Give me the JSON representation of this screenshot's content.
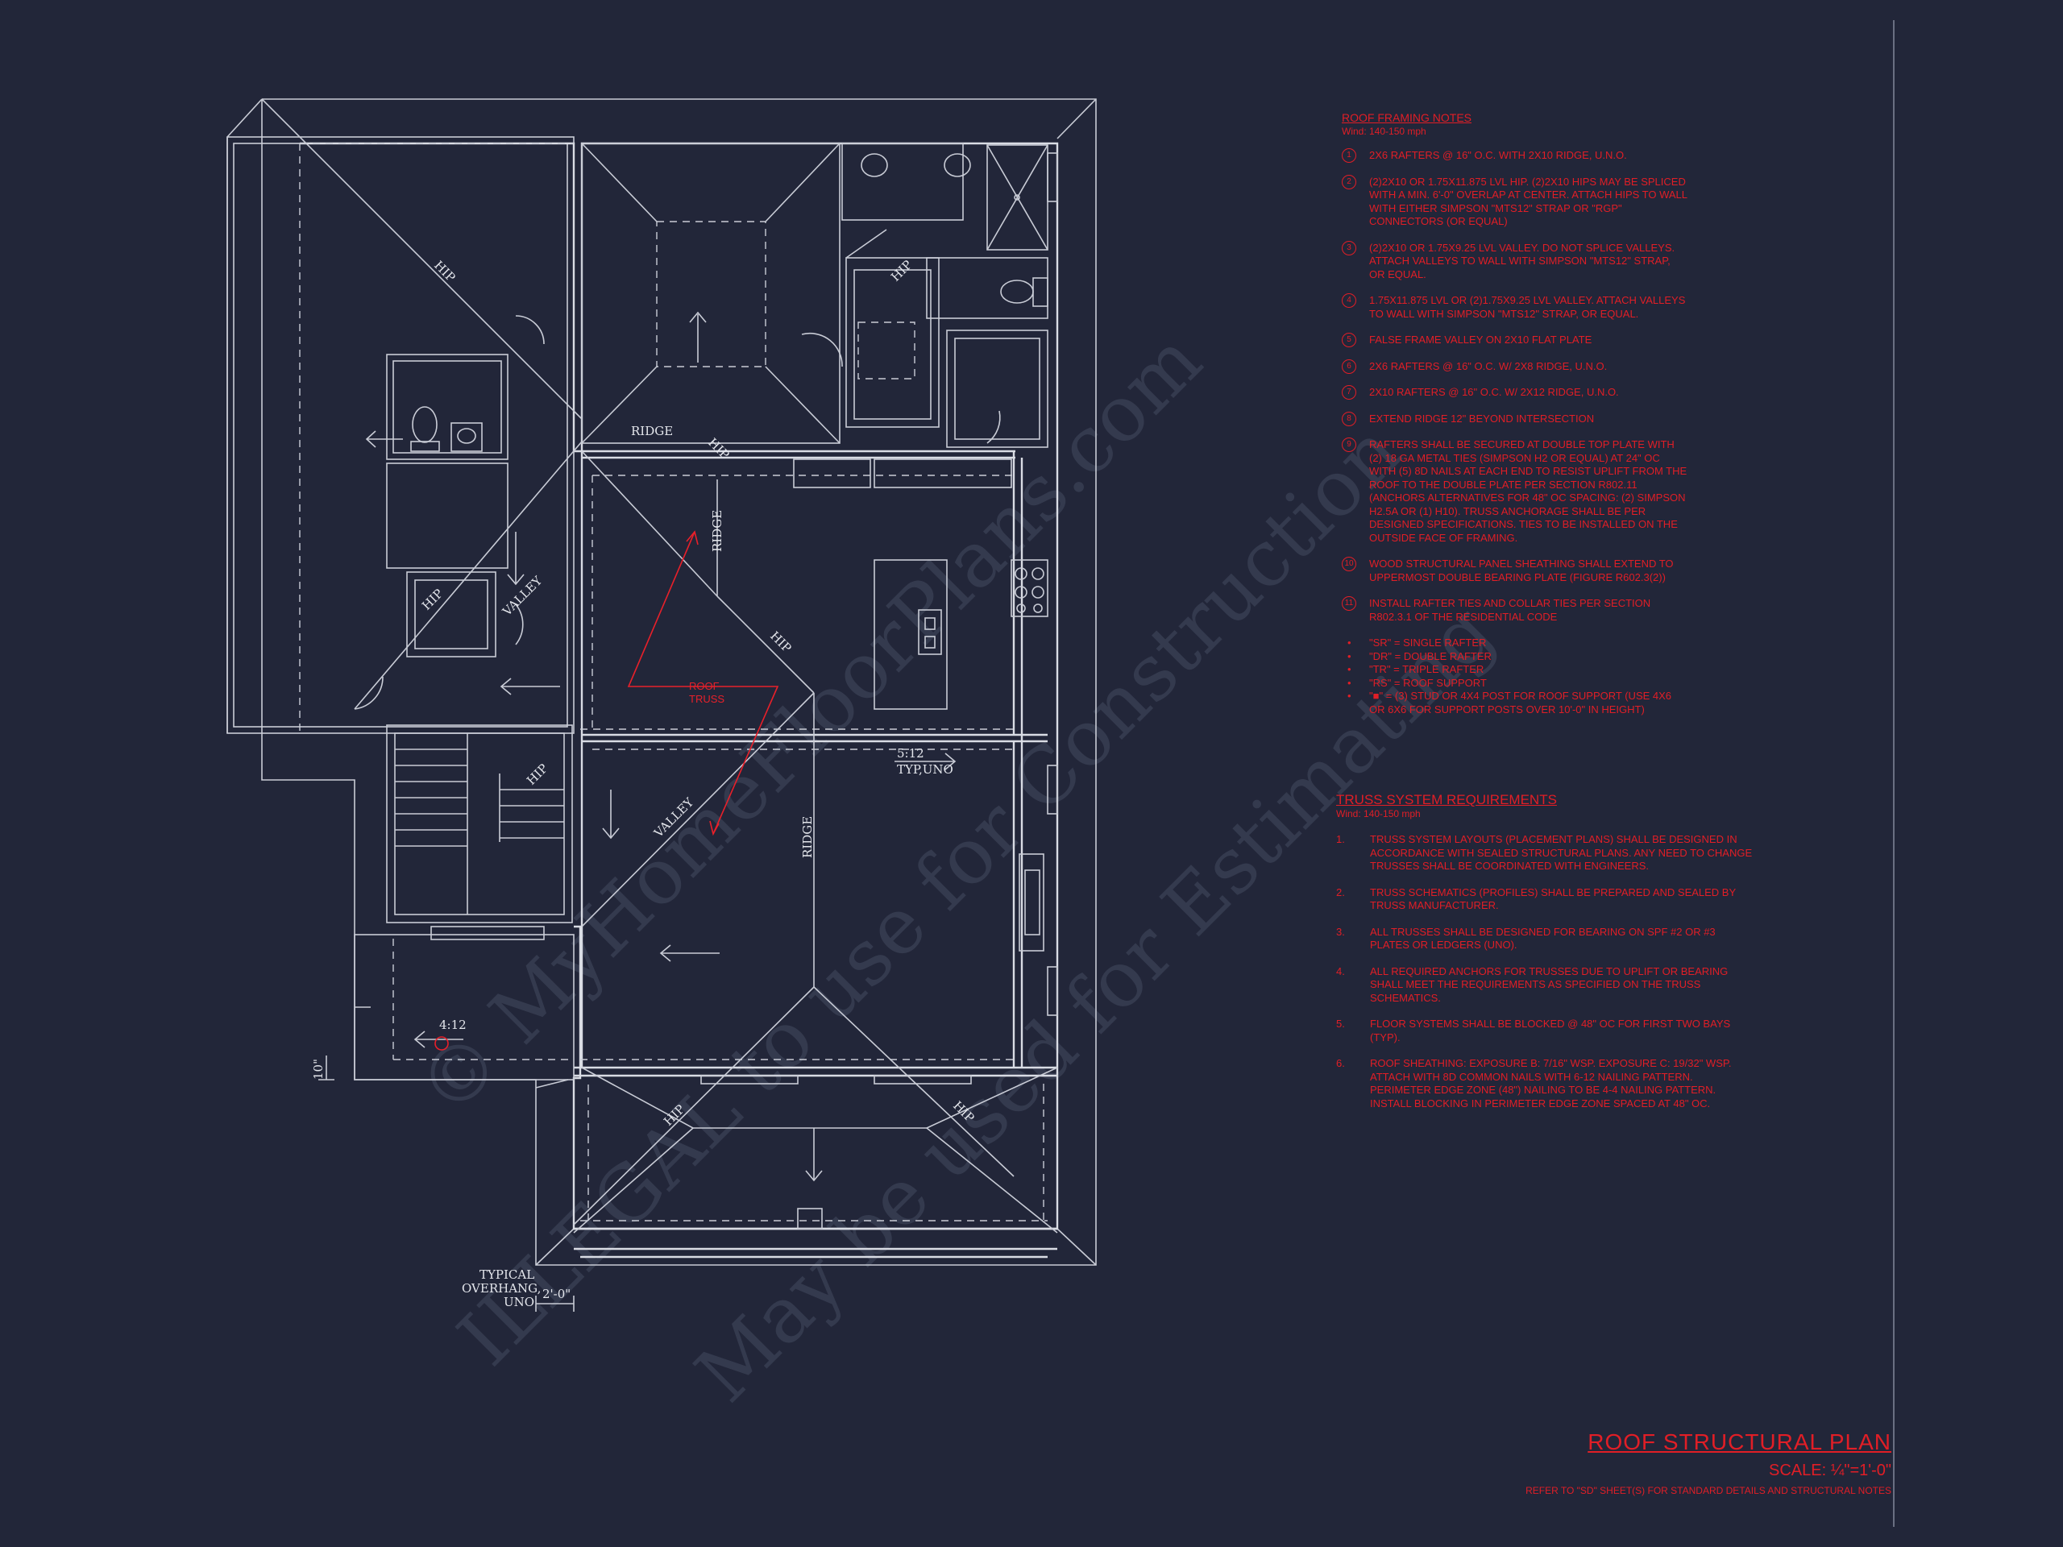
{
  "drawing": {
    "labels": {
      "hip": "HIP",
      "ridge": "RIDGE",
      "valley": "VALLEY",
      "roof_truss_line1": "ROOF",
      "roof_truss_line2": "TRUSS",
      "pitch_main": "5:12",
      "pitch_main_note": "TYP,UNO",
      "pitch_secondary": "4:12",
      "dim_overhang": "2'-0\"",
      "dim_side": "10\"",
      "typical_overhang_line1": "TYPICAL",
      "typical_overhang_line2": "OVERHANG,",
      "typical_overhang_line3": "UNO"
    },
    "watermark": {
      "line1": "© MyHomeFloorPlans.com",
      "line2": "ILLEGAL to use for Construction",
      "line3": "May be used for Estimating"
    }
  },
  "roof_framing_notes": {
    "heading": "ROOF FRAMING NOTES",
    "wind": "Wind: 140-150 mph",
    "items": [
      {
        "num": "1",
        "text": "2x6 RAFTERS @ 16\" O.C. WITH 2x10 RIDGE, U.N.O."
      },
      {
        "num": "2",
        "text": "(2)2x10 OR 1.75x11.875 LVL HIP. (2)2x10 HIPS MAY BE SPLICED WITH A MIN. 6'-0\" OVERLAP AT CENTER. ATTACH HIPS TO WALL WITH EITHER SIMPSON \"MTS12\" STRAP OR \"RGP\" CONNECTORS (OR EQUAL)"
      },
      {
        "num": "3",
        "text": "(2)2x10 OR 1.75x9.25 LVL VALLEY. DO NOT SPLICE VALLEYS. ATTACH VALLEYS TO WALL WITH SIMPSON \"MTS12\" STRAP, OR EQUAL."
      },
      {
        "num": "4",
        "text": "1.75x11.875 LVL OR (2)1.75x9.25 LVL VALLEY. ATTACH VALLEYS TO WALL WITH SIMPSON \"MTS12\" STRAP, OR EQUAL."
      },
      {
        "num": "5",
        "text": "FALSE FRAME VALLEY ON 2x10 FLAT PLATE"
      },
      {
        "num": "6",
        "text": "2x6 RAFTERS @ 16\" O.C. W/ 2x8 RIDGE, U.N.O."
      },
      {
        "num": "7",
        "text": "2x10 RAFTERS @ 16\" O.C. W/ 2x12 RIDGE, U.N.O."
      },
      {
        "num": "8",
        "text": "EXTEND RIDGE 12\" BEYOND INTERSECTION"
      },
      {
        "num": "9",
        "text": "RAFTERS SHALL BE SECURED AT DOUBLE TOP PLATE WITH (2) 18 GA METAL TIES (SIMPSON H2 OR EQUAL) AT 24\" OC WITH (5) 8d NAILS AT EACH END TO RESIST UPLIFT FROM THE ROOF TO THE DOUBLE PLATE PER SECTION R802.11 (ANCHORS ALTERNATIVES FOR 48\" OC SPACING: (2) SIMPSON H2.5A OR (1) H10). TRUSS ANCHORAGE SHALL BE PER DESIGNED SPECIFICATIONS. TIES TO BE INSTALLED ON THE OUTSIDE FACE OF FRAMING."
      },
      {
        "num": "10",
        "text": "WOOD STRUCTURAL PANEL SHEATHING SHALL EXTEND TO UPPERMOST DOUBLE BEARING PLATE (FIGURE R602.3(2))"
      },
      {
        "num": "11",
        "text": "INSTALL RAFTER TIES AND COLLAR TIES PER SECTION R802.3.1 OF THE RESIDENTIAL CODE"
      }
    ],
    "legend": [
      "\"SR\" = SINGLE RAFTER",
      "\"DR\" = DOUBLE RAFTER",
      "\"TR\" = TRIPLE RAFTER",
      "\"RS\" = ROOF SUPPORT",
      "\"■\" = (3) STUD OR 4x4 POST FOR ROOF SUPPORT (USE 4x6 OR 6x6 FOR SUPPORT POSTS OVER 10'-0\" IN HEIGHT)"
    ]
  },
  "truss_requirements": {
    "heading": "TRUSS SYSTEM REQUIREMENTS",
    "wind": "Wind: 140-150 mph",
    "items": [
      {
        "num": "1.",
        "text": "TRUSS SYSTEM LAYOUTS (PLACEMENT PLANS) SHALL BE DESIGNED IN ACCORDANCE WITH SEALED STRUCTURAL PLANS. ANY NEED TO CHANGE TRUSSES SHALL BE COORDINATED WITH ENGINEERS."
      },
      {
        "num": "2.",
        "text": "TRUSS SCHEMATICS (PROFILES) SHALL BE PREPARED AND SEALED BY TRUSS MANUFACTURER."
      },
      {
        "num": "3.",
        "text": "ALL TRUSSES SHALL BE DESIGNED FOR BEARING ON SPF #2 OR #3 PLATES OR LEDGERS (UNO)."
      },
      {
        "num": "4.",
        "text": "ALL REQUIRED ANCHORS FOR TRUSSES DUE TO UPLIFT OR BEARING SHALL MEET THE REQUIREMENTS AS SPECIFIED ON THE TRUSS SCHEMATICS."
      },
      {
        "num": "5.",
        "text": "FLOOR SYSTEMS SHALL BE BLOCKED @ 48\" OC FOR FIRST TWO BAYS (TYP)."
      },
      {
        "num": "6.",
        "text": "ROOF SHEATHING: EXPOSURE B: 7/16\" WSP. EXPOSURE C: 19/32\" WSP. ATTACH WITH 8d COMMON NAILS WITH 6-12 NAILING PATTERN. PERIMETER EDGE ZONE (48\") NAILING TO BE 4-4 NAILING PATTERN. INSTALL BLOCKING IN PERIMETER EDGE ZONE SPACED AT 48\" OC."
      }
    ]
  },
  "title_block": {
    "title": "ROOF STRUCTURAL PLAN",
    "scale": "SCALE: ¼\"=1'-0\"",
    "refer": "REFER TO \"SD\" SHEET(S) FOR STANDARD DETAILS AND STRUCTURAL NOTES"
  },
  "colors": {
    "background": "#222639",
    "linework": "#c9ccd6",
    "notes_red": "#e11e26",
    "watermark": "#444b60"
  }
}
